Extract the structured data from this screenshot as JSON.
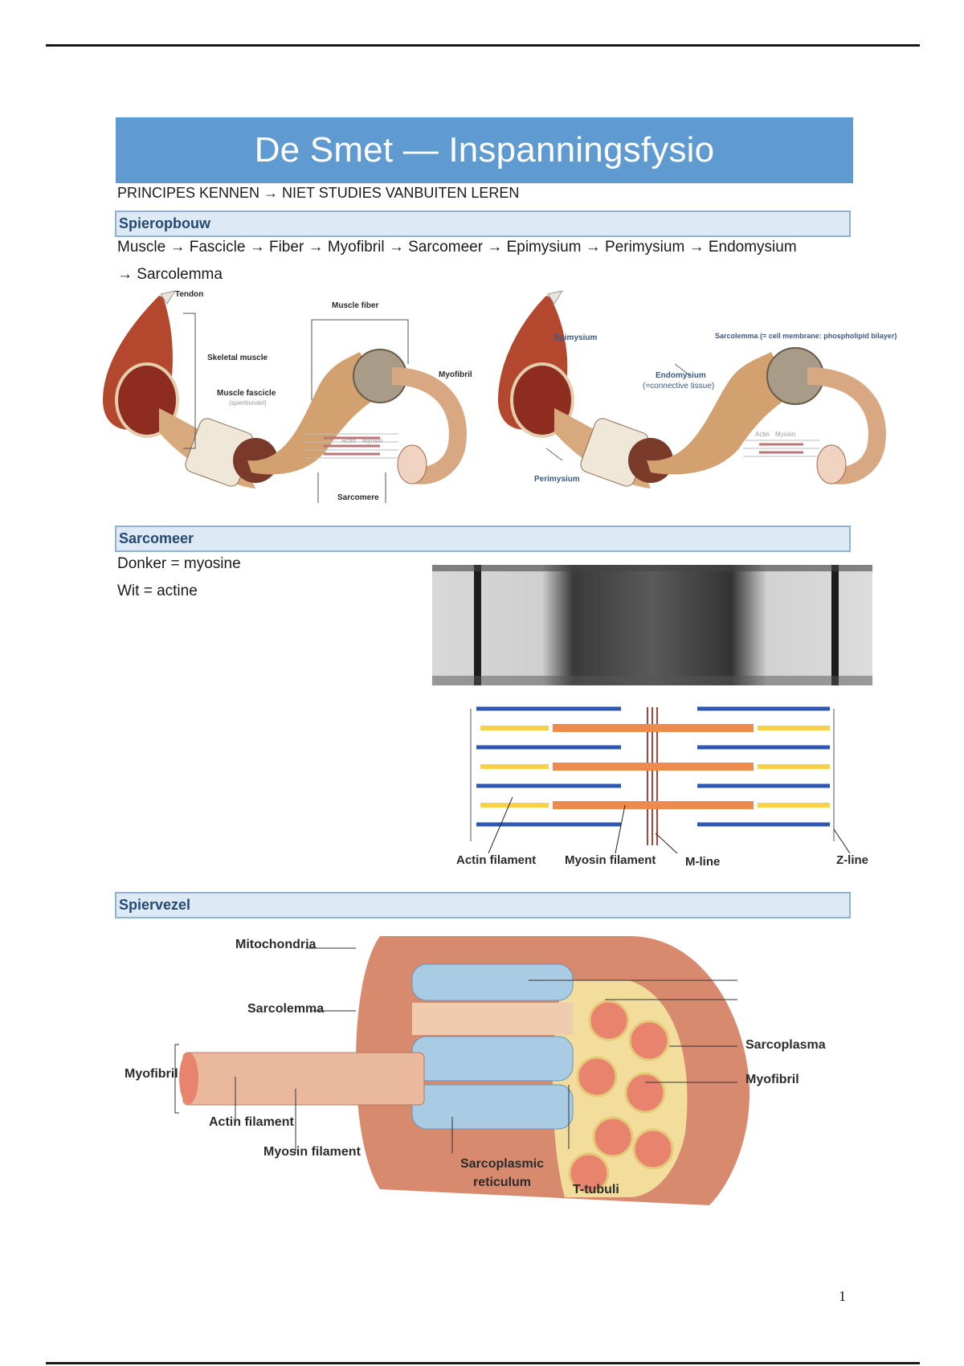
{
  "document": {
    "title": "De Smet — Inspanningsfysio",
    "subtitle": "PRINCIPES KENNEN → NIET STUDIES VANBUITEN LEREN",
    "page_number": "1"
  },
  "sections": {
    "spieropbouw": {
      "heading": "Spieropbouw",
      "chain_line1": "Muscle → Fascicle → Fiber → Myofibril → Sarcomeer → Epimysium → Perimysium → Endomysium",
      "chain_line2": "→ Sarcolemma",
      "figure_left_labels": {
        "tendon": "Tendon",
        "skeletal_muscle": "Skeletal muscle",
        "muscle_fascicle": "Muscle fascicle",
        "fascicle_note": "(spierbundel)",
        "muscle_fiber": "Muscle fiber",
        "myofibril": "Myofibril",
        "actin": "Actin",
        "myosin": "Myosin",
        "sarcomere": "Sarcomere"
      },
      "figure_right_labels": {
        "epimysium": "Epimysium",
        "sarcolemma": "Sarcolemma (= cell membrane: phospholipid bilayer)",
        "endomysium": "Endomysium",
        "endomysium_note": "(=connective tissue)",
        "perimysium": "Perimysium",
        "actin": "Actin",
        "myosin": "Myosin"
      }
    },
    "sarcomeer": {
      "heading": "Sarcomeer",
      "line1": "Donker = myosine",
      "line2": "Wit = actine",
      "diagram_labels": {
        "actin_filament": "Actin filament",
        "myosin_filament": "Myosin filament",
        "m_line": "M-line",
        "z_line": "Z-line"
      }
    },
    "spiervezel": {
      "heading": "Spiervezel",
      "diagram_labels": {
        "mitochondria": "Mitochondria",
        "sarcolemma": "Sarcolemma",
        "myofibril_left": "Myofibril",
        "actin_filament": "Actin filament",
        "myosin_filament": "Myosin filament",
        "sarcoplasmic_reticulum_1": "Sarcoplasmic",
        "sarcoplasmic_reticulum_2": "reticulum",
        "t_tubuli": "T-tubuli",
        "sarcoplasma": "Sarcoplasma",
        "myofibril_right": "Myofibril"
      }
    }
  },
  "colors": {
    "title_bar": "#5f9bd0",
    "section_bg": "#dde9f5",
    "section_border": "#8fb2d3",
    "section_text": "#254a73"
  }
}
